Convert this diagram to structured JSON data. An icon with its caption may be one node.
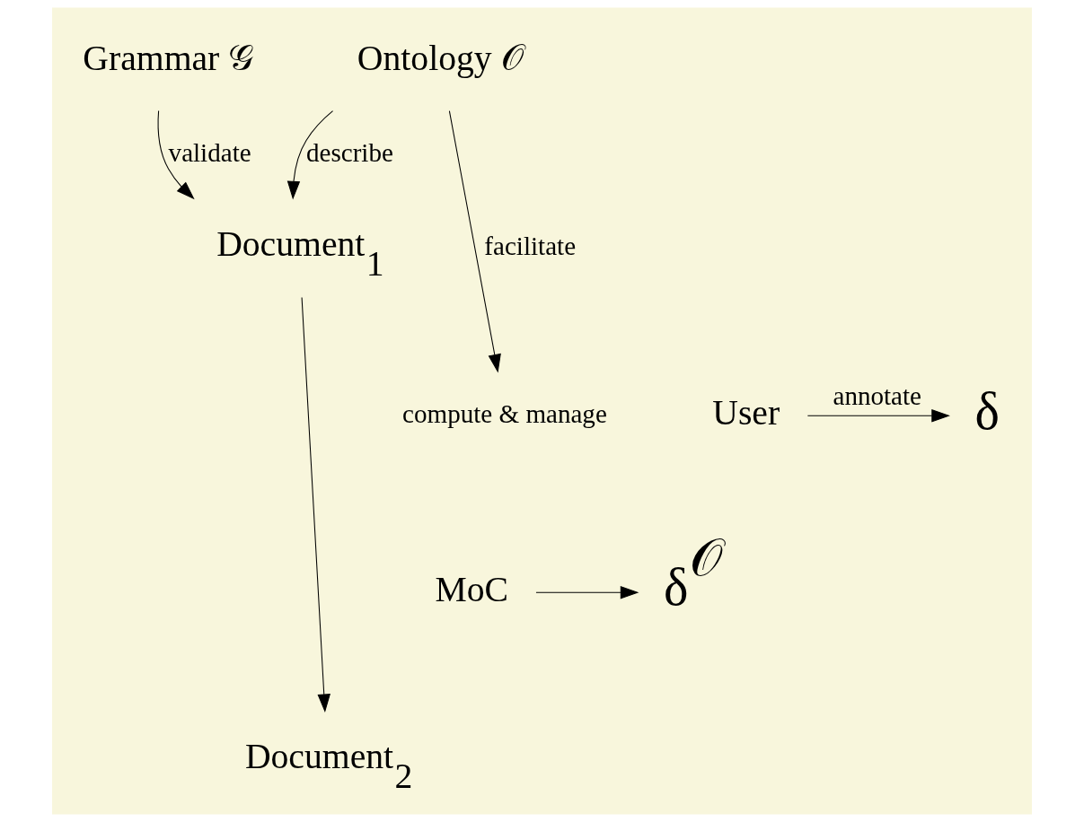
{
  "diagram": {
    "nodes": [
      {
        "text": [
          "Grammar 𝒢"
        ]
      },
      {
        "text": [
          "Ontology 𝒪"
        ]
      },
      {
        "text": [
          "Document$_{1}$"
        ]
      },
      {
        "text": [
          "User"
        ]
      },
      {
        "text": [
          "δ"
        ]
      },
      {
        "text": [
          "δ$^{𝒪}$"
        ]
      },
      {
        "text": [
          "compute & manage"
        ]
      },
      {
        "text": [
          "MoC"
        ]
      },
      {
        "text": [
          "Document$_{2}$"
        ]
      }
    ],
    "edges": [
      {
        "from": 0,
        "to": 2,
        "arrow": "to",
        "label": "validate"
      },
      {
        "from": 1,
        "to": 2,
        "arrow": "to",
        "label": "describe"
      },
      {
        "from": 1,
        "to": 6,
        "arrow": "to",
        "label": "facilitate"
      },
      {
        "from": 3,
        "to": 4,
        "arrow": "to",
        "label": "annotate"
      },
      {
        "from": 2,
        "to": 8,
        "arrow": "to"
      },
      {
        "from": 7,
        "to": 5,
        "arrow": "to"
      }
    ]
  }
}
